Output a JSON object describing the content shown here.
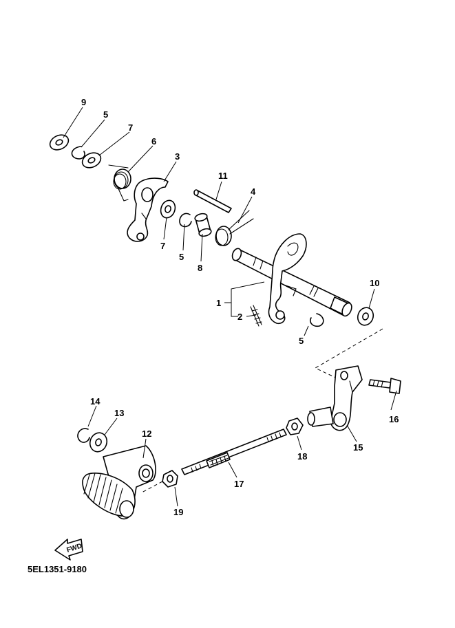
{
  "diagram": {
    "code": "5EL1351-9180",
    "fwd_label": "FWD",
    "callouts": {
      "c1": "1",
      "c2": "2",
      "c3": "3",
      "c4": "4",
      "c5a": "5",
      "c5b": "5",
      "c5c": "5",
      "c6": "6",
      "c7a": "7",
      "c7b": "7",
      "c8": "8",
      "c9": "9",
      "c10": "10",
      "c11": "11",
      "c12": "12",
      "c13": "13",
      "c14": "14",
      "c15": "15",
      "c16": "16",
      "c17": "17",
      "c18": "18",
      "c19": "19"
    }
  }
}
